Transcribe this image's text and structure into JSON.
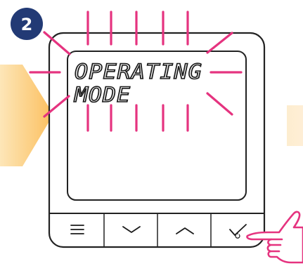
{
  "step": {
    "number": "2",
    "badge_color": "#223a75"
  },
  "display": {
    "line1": "OPERATING",
    "line2": "MODE"
  },
  "buttons": [
    {
      "name": "menu-button",
      "icon": "menu-icon"
    },
    {
      "name": "down-button",
      "icon": "chevron-down-icon"
    },
    {
      "name": "up-button",
      "icon": "chevron-up-icon"
    },
    {
      "name": "confirm-button",
      "icon": "checkmark-power-icon"
    }
  ],
  "colors": {
    "blink": "#e5337f",
    "arrow_left": "#fbc26b",
    "arrow_right": "#fde9c4",
    "device_outline": "#222222",
    "hand_outline": "#e5337f"
  }
}
